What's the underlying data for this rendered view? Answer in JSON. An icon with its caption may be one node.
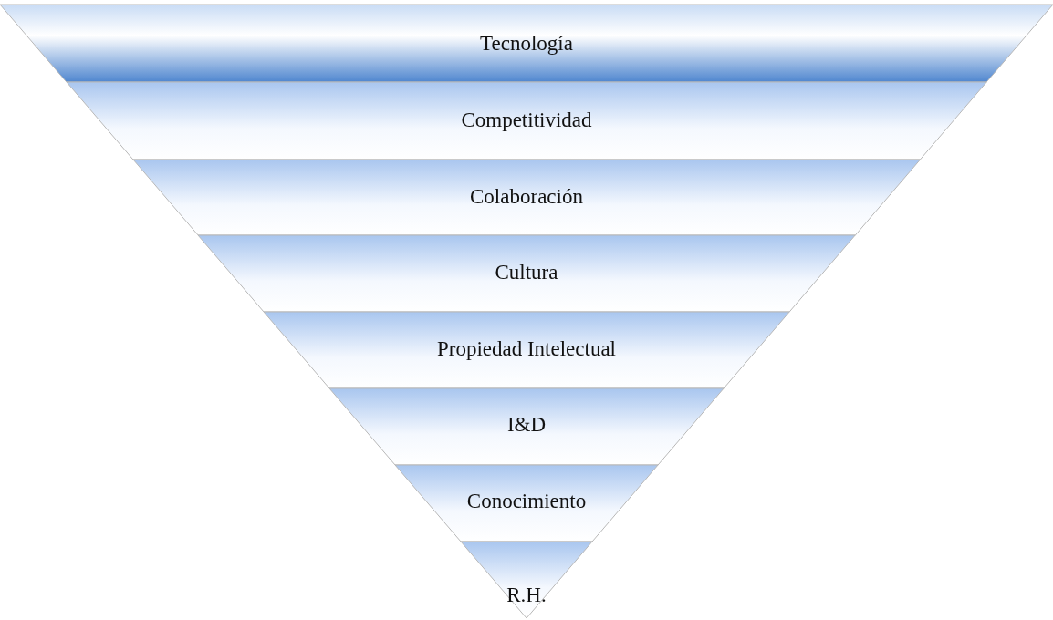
{
  "diagram": {
    "nodes": [
      {
        "text": [
          "Tecnología"
        ]
      },
      {
        "text": [
          "Competitividad"
        ]
      },
      {
        "text": [
          "Colaboración"
        ]
      },
      {
        "text": [
          "Cultura"
        ]
      },
      {
        "text": [
          "Propiedad Intelectual"
        ]
      },
      {
        "text": [
          "I&D"
        ]
      },
      {
        "text": [
          "Conocimiento"
        ]
      },
      {
        "text": [
          "R.H."
        ]
      }
    ]
  }
}
